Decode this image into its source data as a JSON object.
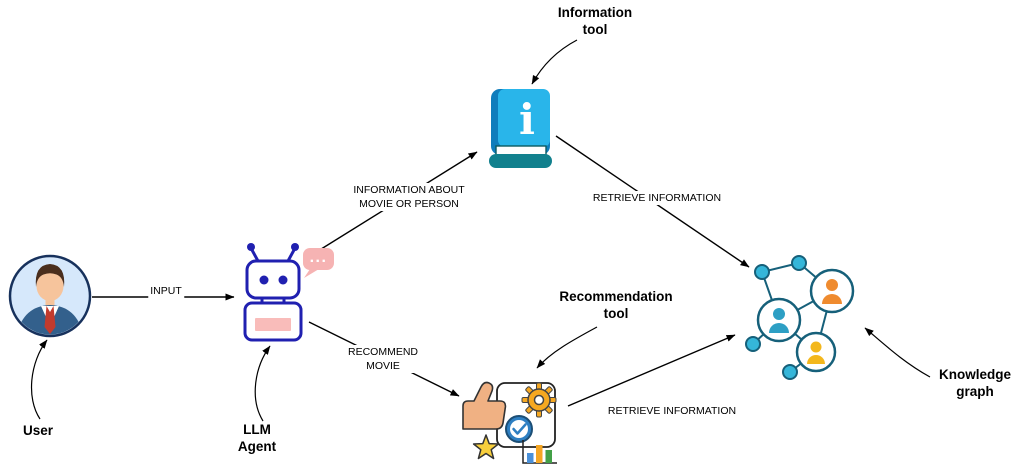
{
  "diagram": {
    "nodes": {
      "user": {
        "label": "User"
      },
      "llm_agent": {
        "label": "LLM\nAgent"
      },
      "information_tool": {
        "label": "Information\ntool",
        "letter": "i"
      },
      "recommendation_tool": {
        "label": "Recommendation\ntool"
      },
      "knowledge_graph": {
        "label": "Knowledge\ngraph"
      }
    },
    "edges": {
      "input": {
        "label": "INPUT"
      },
      "information_request": {
        "label": "INFORMATION ABOUT\nMOVIE OR PERSON"
      },
      "recommend_movie": {
        "label": "RECOMMEND\nMOVIE"
      },
      "retrieve_information_top": {
        "label": "RETRIEVE INFORMATION"
      },
      "retrieve_information_bottom": {
        "label": "RETRIEVE INFORMATION"
      }
    },
    "speech_bubble": {
      "text": "..."
    },
    "icons": {
      "user": "person-avatar-icon",
      "llm_agent": "robot-icon",
      "information_tool": "book-info-icon",
      "recommendation_tool": "thumbs-up-gear-check-star-chart-icon",
      "knowledge_graph": "network-people-graph-icon"
    }
  },
  "colors": {
    "avatar_bg": "#d6e8fb",
    "avatar_ring": "#17315c",
    "suit": "#33608c",
    "skin": "#f6c49c",
    "hair": "#4a2e1d",
    "tie": "#c23b2e",
    "robot_stroke": "#2020b0",
    "robot_mouth": "#f9bcba",
    "bubble": "#f6b3b3",
    "book_back": "#0f7dbc",
    "book_front": "#29b5ea",
    "book_base": "#11808d",
    "gear": "#f6a821",
    "check_circle": "#2e7fc2",
    "star": "#f8cf3c",
    "thumb": "#f0b183",
    "bar1": "#4a90d9",
    "bar2": "#f5a623",
    "bar3": "#43a047",
    "kg_stroke": "#16607a",
    "kg_node": "#35b6d9",
    "person_orange": "#ef8b2f",
    "person_teal": "#2d9fc4",
    "person_yellow": "#f3b71c",
    "arrow": "#000000"
  }
}
